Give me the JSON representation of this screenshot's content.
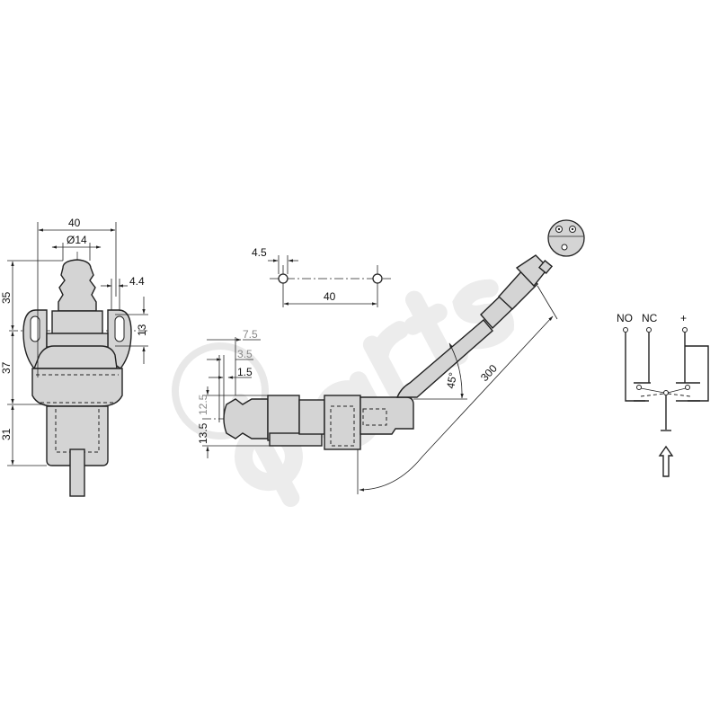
{
  "watermark": {
    "text": "parts"
  },
  "front_view": {
    "width": "40",
    "diameter": "Ø14",
    "ear_width": "4.4",
    "ear_height": "13",
    "heights": [
      "35",
      "37",
      "31"
    ]
  },
  "mounting_holes": {
    "hole_dim": "4.5",
    "spacing": "40"
  },
  "side_view": {
    "dims_top": [
      "7.5",
      "3.5",
      "1.5"
    ],
    "dims_left": [
      "12.5",
      "13.5"
    ],
    "angle": "45°",
    "cable_length": "300"
  },
  "schematic": {
    "terminals": [
      "NO",
      "NC",
      "+"
    ]
  }
}
